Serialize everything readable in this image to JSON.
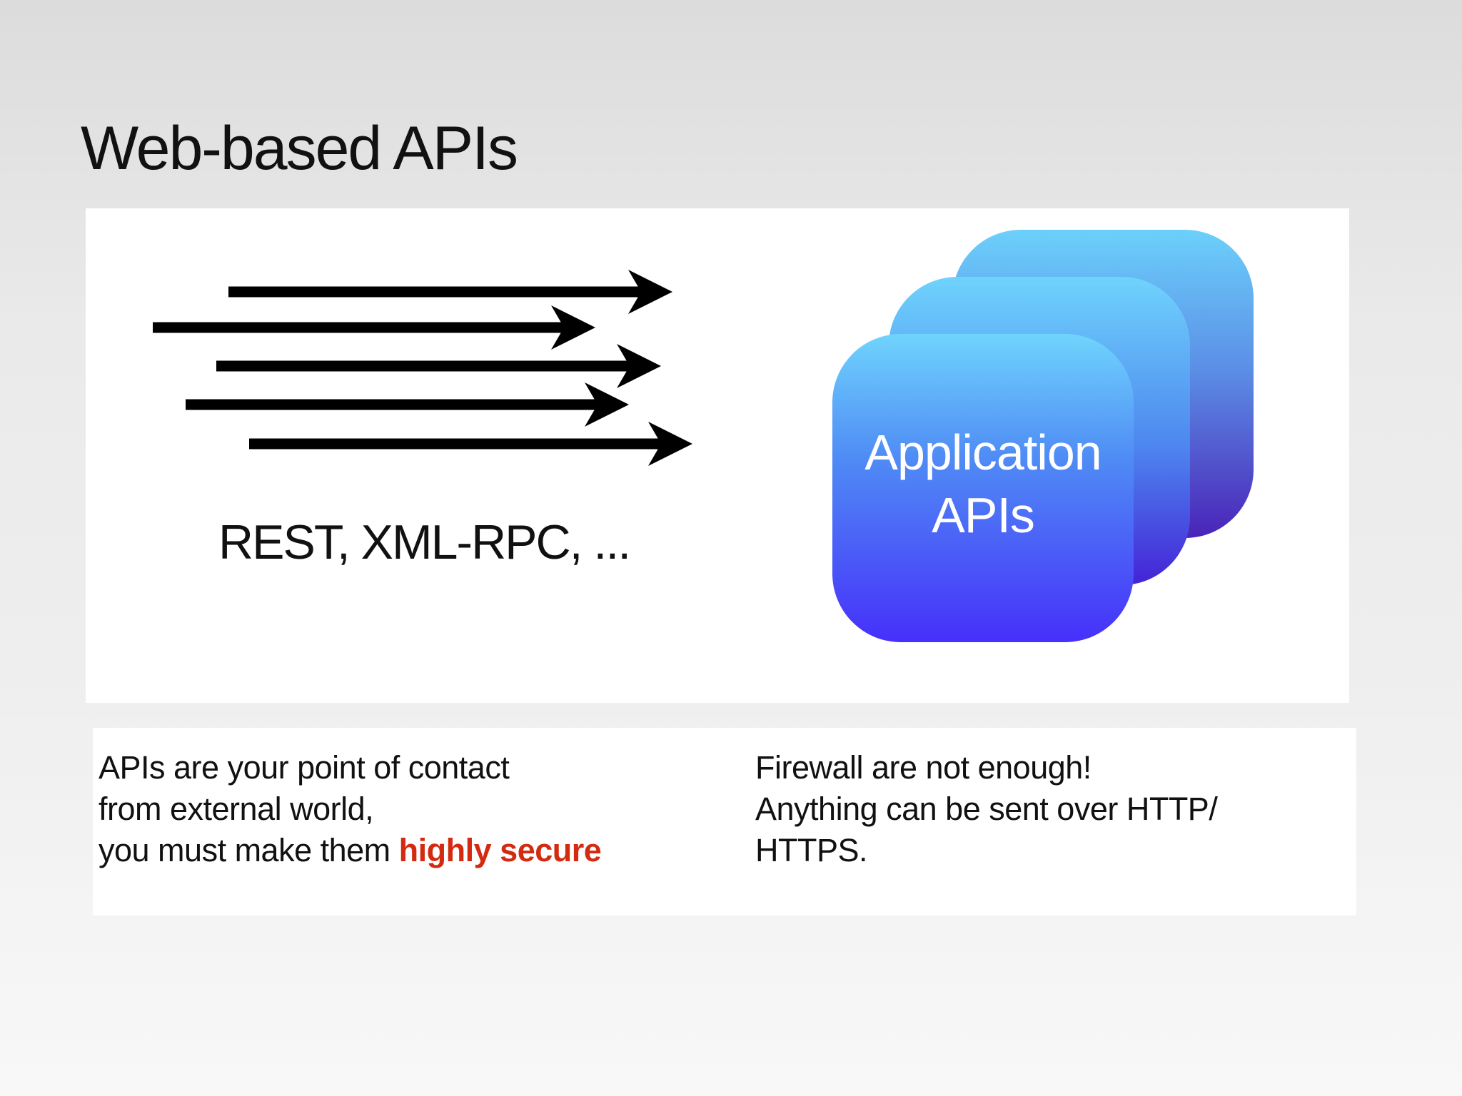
{
  "slide": {
    "title": "Web-based APIs"
  },
  "diagram": {
    "protocols_label": "REST, XML-RPC, ...",
    "arrow_count": 5,
    "app_label_line1": "Application",
    "app_label_line2": "APIs",
    "card_count": 3,
    "colors": {
      "arrow": "#000000",
      "card_top": "#70d4fd",
      "card_bottom": "#4630fa",
      "panel_background": "#ffffff"
    }
  },
  "notes": {
    "left": {
      "line1": "APIs are your point of contact",
      "line2": "from external world,",
      "line3_prefix": "you must make them ",
      "line3_highlight": "highly secure",
      "highlight_color": "#d42a10"
    },
    "right": {
      "line1": "Firewall are not enough!",
      "line2": "Anything can be sent over HTTP/",
      "line3": "HTTPS."
    }
  }
}
